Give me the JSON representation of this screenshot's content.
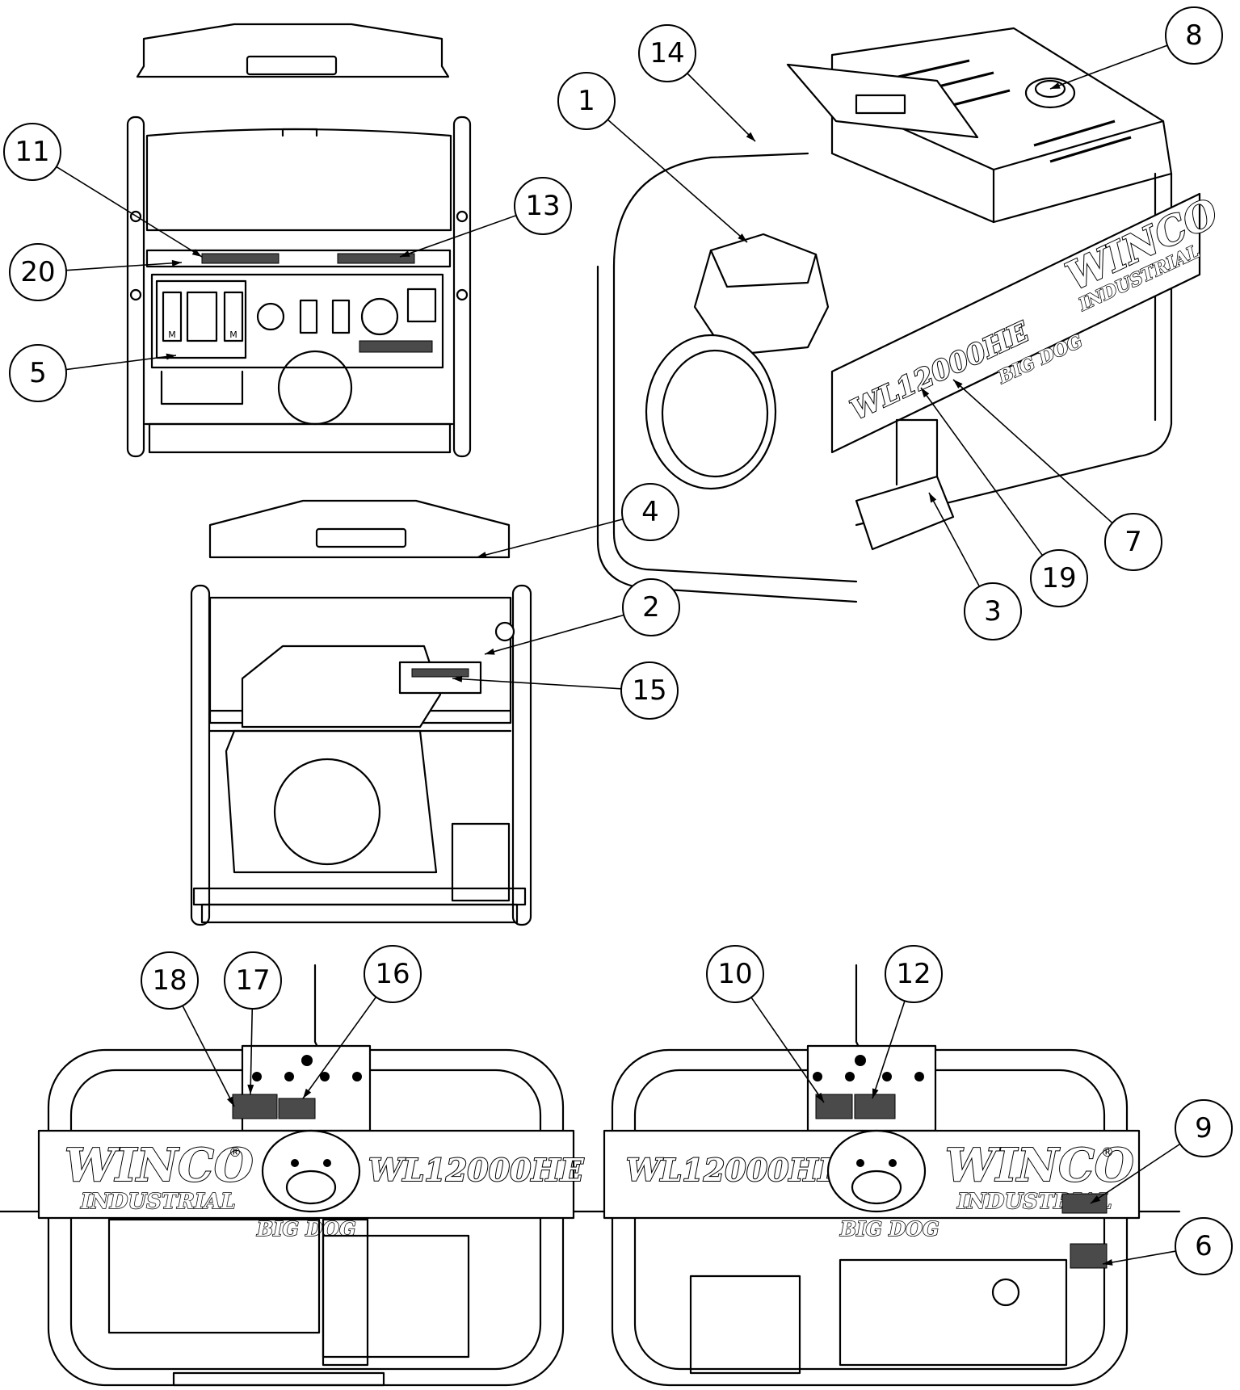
{
  "figure": {
    "callouts": [
      {
        "label": "1",
        "target": "engine-shroud"
      },
      {
        "label": "2",
        "target": "fuel-valve"
      },
      {
        "label": "3",
        "target": "battery-tray"
      },
      {
        "label": "4",
        "target": "lifting-handle"
      },
      {
        "label": "5",
        "target": "control-panel-decal"
      },
      {
        "label": "6",
        "target": "side-decal"
      },
      {
        "label": "7",
        "target": "frame-decal"
      },
      {
        "label": "8",
        "target": "fuel-cap"
      },
      {
        "label": "9",
        "target": "hot-surface-decal"
      },
      {
        "label": "10",
        "target": "handle-plate-decal-left"
      },
      {
        "label": "11",
        "target": "panel-top-decal-left"
      },
      {
        "label": "12",
        "target": "handle-plate-decal-right"
      },
      {
        "label": "13",
        "target": "panel-top-decal-right"
      },
      {
        "label": "14",
        "target": "handle-bracket-decal"
      },
      {
        "label": "15",
        "target": "engine-decal"
      },
      {
        "label": "16",
        "target": "handle-plate-decal-c"
      },
      {
        "label": "17",
        "target": "handle-plate-decal-b"
      },
      {
        "label": "18",
        "target": "handle-plate-decal-a"
      },
      {
        "label": "19",
        "target": "model-decal"
      },
      {
        "label": "20",
        "target": "panel-rail"
      }
    ],
    "brand": {
      "name": "WINCO",
      "sub": "INDUSTRIAL",
      "model": "WL12000HE",
      "mascot": "BIG DOG",
      "registered": "®"
    },
    "panel_marks": [
      "M",
      "M"
    ]
  }
}
